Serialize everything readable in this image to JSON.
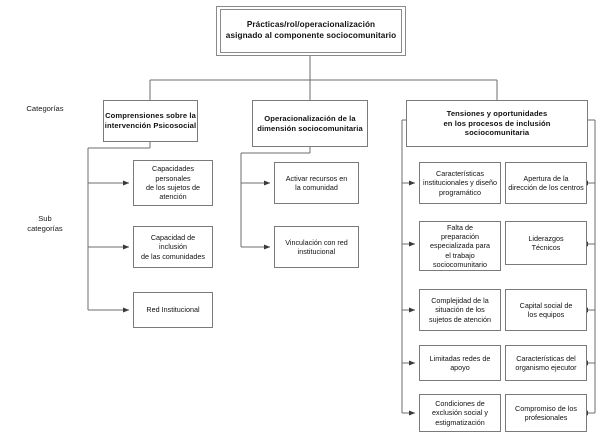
{
  "diagram": {
    "title_node": {
      "label": "Prácticas/rol/operacionalización\nasignado al componente sociocomunitario"
    },
    "axis_labels": [
      {
        "id": "categorias",
        "label": "Categorías"
      },
      {
        "id": "sub-categorias",
        "label": "Sub\ncategorías"
      }
    ],
    "categories": [
      {
        "id": "comprensiones",
        "label": "Comprensiones sobre la\nintervención Psicosocial"
      },
      {
        "id": "operacionalizacion",
        "label": "Operacionalización de la\ndimensión sociocomunitaria"
      },
      {
        "id": "tensiones",
        "label": "Tensiones y oportunidades\nen los procesos de inclusión\nsociocomunitaria"
      }
    ],
    "subcategories": {
      "comprensiones": [
        {
          "id": "capacidades-personales",
          "label": "Capacidades\npersonales\nde los sujetos de\natención"
        },
        {
          "id": "capacidad-inclusion",
          "label": "Capacidad de\ninclusión\nde las comunidades"
        },
        {
          "id": "red-institucional",
          "label": "Red Institucional"
        }
      ],
      "operacionalizacion": [
        {
          "id": "activar-recursos",
          "label": "Activar recursos en\nla comunidad"
        },
        {
          "id": "vinculacion-red",
          "label": "Vinculación con red\ninstitucional"
        }
      ],
      "tensiones_left": [
        {
          "id": "caracteristicas-institucionales",
          "label": "Características\ninstitucionales y diseño\nprogramático"
        },
        {
          "id": "falta-preparacion",
          "label": "Falta de\npreparación\nespecializada para\nel trabajo\nsociocomunitario"
        },
        {
          "id": "complejidad-situacion",
          "label": "Complejidad de la\nsituación de los\nsujetos de atención"
        },
        {
          "id": "limitadas-redes",
          "label": "Limitadas redes de\napoyo"
        },
        {
          "id": "condiciones-exclusion",
          "label": "Condiciones de\nexclusión social y\nestigmatización"
        }
      ],
      "tensiones_right": [
        {
          "id": "apertura-direccion",
          "label": "Apertura de la\ndirección de los centros"
        },
        {
          "id": "liderazgos-tecnicos",
          "label": "Liderazgos\nTécnicos"
        },
        {
          "id": "capital-social",
          "label": "Capital social de\nlos equipos"
        },
        {
          "id": "caracteristicas-organismo",
          "label": "Características del\norganismo ejecutor"
        },
        {
          "id": "compromiso-profesionales",
          "label": "Compromiso de los\nprofesionales"
        }
      ]
    },
    "colors": {
      "border": "#7a7a7a",
      "line": "#6e6e6e",
      "text": "#111111",
      "background": "#ffffff"
    }
  }
}
